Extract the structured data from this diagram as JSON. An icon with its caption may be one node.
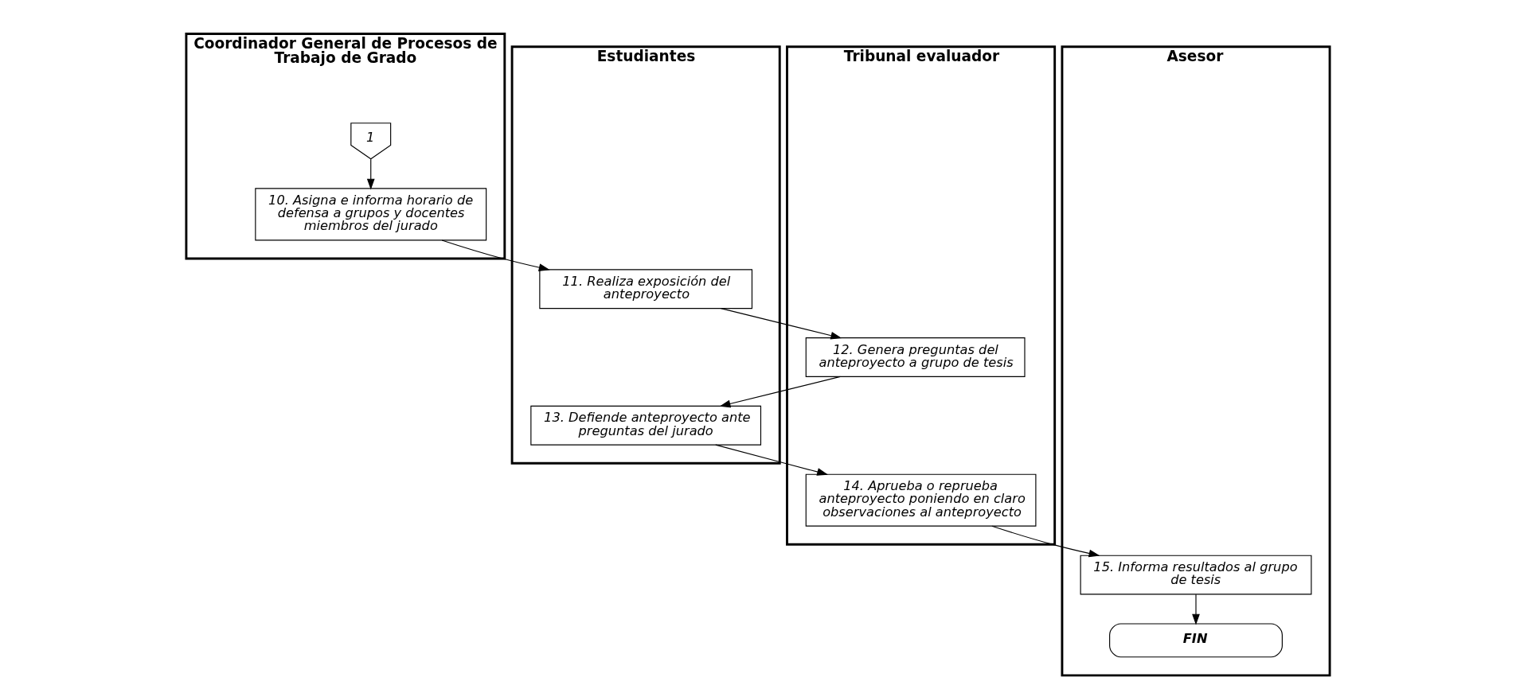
{
  "diagram": {
    "nodes": [
      {
        "text": [
          "Coordinador General de Procesos de Trabajo de Grado"
        ]
      },
      {
        "text": [
          "Estudiantes"
        ]
      },
      {
        "text": [
          "Asesor"
        ]
      },
      {
        "text": [
          "Tribunal evaluador"
        ]
      },
      {
        "text": [
          "1"
        ],
        "in": 0
      },
      {
        "text": [
          "10. Asigna e informa horario de defensa a grupos y docentes miembros del jurado"
        ],
        "in": 0
      },
      {
        "text": [
          "11. Realiza exposición del anteproyecto"
        ],
        "in": 1
      },
      {
        "text": [
          "12. Genera preguntas del anteproyecto a grupo de tesis"
        ],
        "in": 3
      },
      {
        "text": [
          "13. Defiende anteproyecto ante preguntas del jurado"
        ],
        "in": 1
      },
      {
        "text": [
          "14. Aprueba o reprueba anteproyecto poniendo en claro observaciones al anteproyecto"
        ],
        "in": 3
      },
      {
        "text": [
          "15. Informa resultados al grupo de tesis"
        ],
        "in": 2
      },
      {
        "text": [
          "FIN"
        ],
        "in": 2
      }
    ],
    "edges": [
      {
        "from": 4,
        "to": 5,
        "arrow": "to"
      },
      {
        "from": 5,
        "to": 6,
        "arrow": "to"
      },
      {
        "from": 6,
        "to": 7,
        "arrow": "to"
      },
      {
        "from": 7,
        "to": 8,
        "arrow": "to"
      },
      {
        "from": 8,
        "to": 9,
        "arrow": "to"
      },
      {
        "from": 9,
        "to": 10,
        "arrow": "to"
      },
      {
        "from": 10,
        "to": 11,
        "arrow": "to"
      }
    ]
  }
}
